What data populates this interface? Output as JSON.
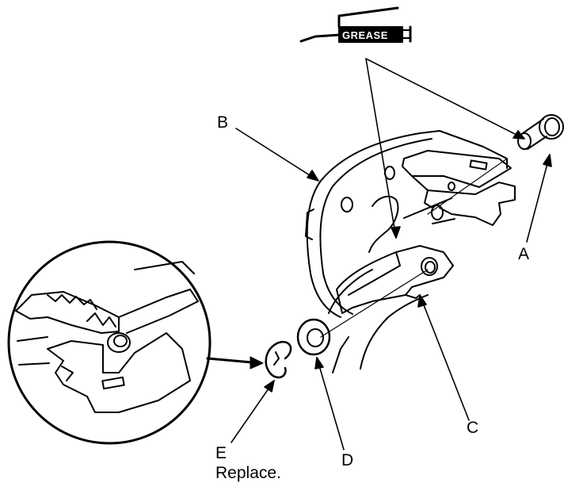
{
  "grease_label": "GREASE",
  "labels": {
    "a": "A",
    "b": "B",
    "c": "C",
    "d": "D",
    "e": "E",
    "e_note": "Replace."
  }
}
